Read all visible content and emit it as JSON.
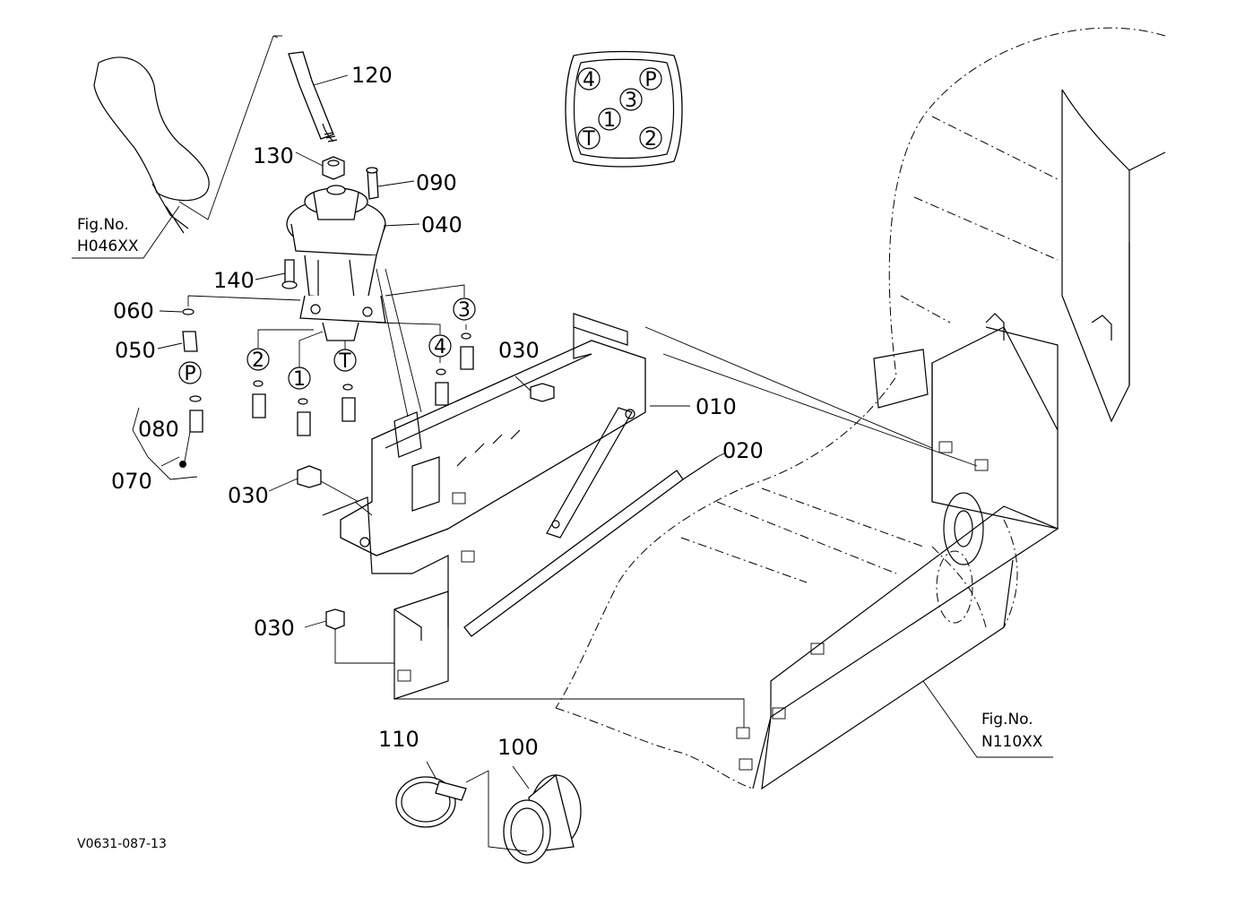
{
  "diagram": {
    "drawing_ref": "V0631-087-13",
    "figure_refs": [
      {
        "prefix": "Fig.No.",
        "code": "H046XX"
      },
      {
        "prefix": "Fig.No.",
        "code": "N110XX"
      }
    ],
    "pattern_plate_labels": [
      "4",
      "P",
      "3",
      "1",
      "T",
      "2"
    ],
    "port_labels": {
      "p": "P",
      "t": "T",
      "one": "1",
      "two": "2",
      "three": "3",
      "four": "4"
    },
    "part_numbers": {
      "p010": "010",
      "p020": "020",
      "p030a": "030",
      "p030b": "030",
      "p030c": "030",
      "p040": "040",
      "p050": "050",
      "p060": "060",
      "p070": "070",
      "p080": "080",
      "p090": "090",
      "p100": "100",
      "p110": "110",
      "p120": "120",
      "p130": "130",
      "p140": "140"
    }
  }
}
